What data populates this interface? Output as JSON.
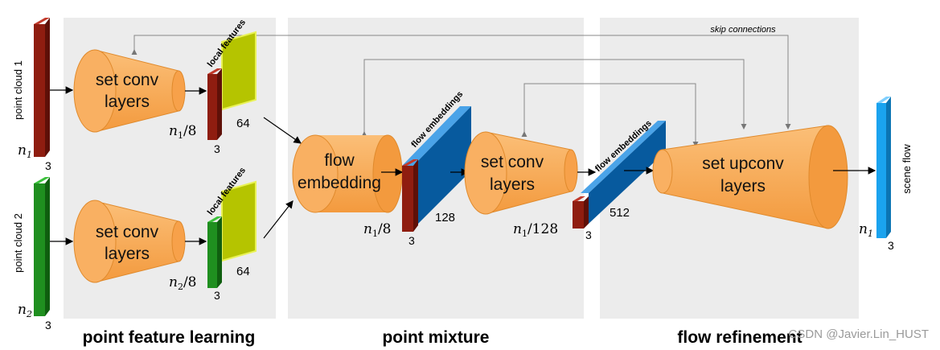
{
  "sections": {
    "feature_learning": "point feature learning",
    "mixture": "point mixture",
    "refinement": "flow refinement"
  },
  "inputs": {
    "cloud1": "point cloud 1",
    "cloud2": "point cloud 2",
    "n1": "n",
    "n1_sub": "1",
    "n2": "n",
    "n2_sub": "2",
    "dim": "3"
  },
  "blocks": {
    "set_conv_1_line1": "set conv",
    "set_conv_1_line2": "layers",
    "set_conv_2_line1": "set conv",
    "set_conv_2_line2": "layers",
    "flow_emb_line1": "flow",
    "flow_emb_line2": "embedding",
    "set_conv_3_line1": "set conv",
    "set_conv_3_line2": "layers",
    "upconv_line1": "set upconv",
    "upconv_line2": "layers"
  },
  "tensors": {
    "local_features": "local features",
    "flow_embeddings": "flow embeddings",
    "dim3": "3",
    "dim64": "64",
    "dim128": "128",
    "dim512": "512",
    "n1_8": "/8",
    "n2_8": "/8",
    "n1_8_mix": "/8",
    "n1_128": "/128"
  },
  "labels": {
    "skip": "skip connections",
    "output": "scene flow",
    "n_sym": "n",
    "sub1": "1",
    "sub2": "2"
  },
  "watermark": "CSDN @Javier.Lin_HUST",
  "colors": {
    "panel": "#ececec",
    "orange": "#f9a654",
    "red": "#8f1d10",
    "green": "#1f8f1f",
    "lime": "#b5c400",
    "blue": "#1f6fbe",
    "cyan": "#1aa3ef"
  }
}
